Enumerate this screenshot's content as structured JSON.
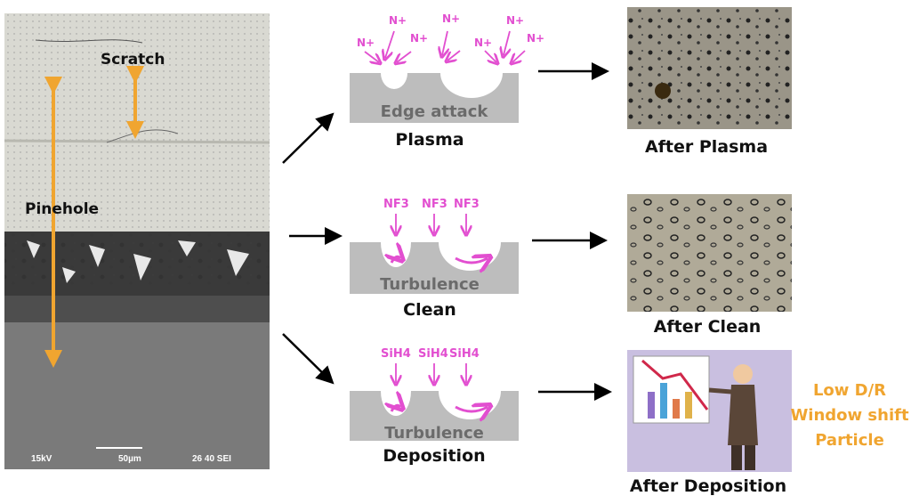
{
  "left_image": {
    "labels": {
      "scratch": "Scratch",
      "pinehole": "Pinehole"
    },
    "sem_info": {
      "voltage": "15kV",
      "scale": "50µm",
      "code": "26 40 SEI"
    }
  },
  "processes": [
    {
      "name": "Plasma",
      "effect": "Edge attack",
      "species": "N+"
    },
    {
      "name": "Clean",
      "effect": "Turbulence",
      "species": "NF3"
    },
    {
      "name": "Deposition",
      "effect": "Turbulence",
      "species": "SiH4"
    }
  ],
  "results": [
    {
      "caption": "After Plasma"
    },
    {
      "caption": "After Clean"
    },
    {
      "caption": "After Deposition"
    }
  ],
  "issues": [
    "Low D/R",
    "Window shift",
    "Particle"
  ],
  "colors": {
    "orange": "#f0a530",
    "magenta": "#e24fd0",
    "substrate": "#bdbdbd"
  }
}
